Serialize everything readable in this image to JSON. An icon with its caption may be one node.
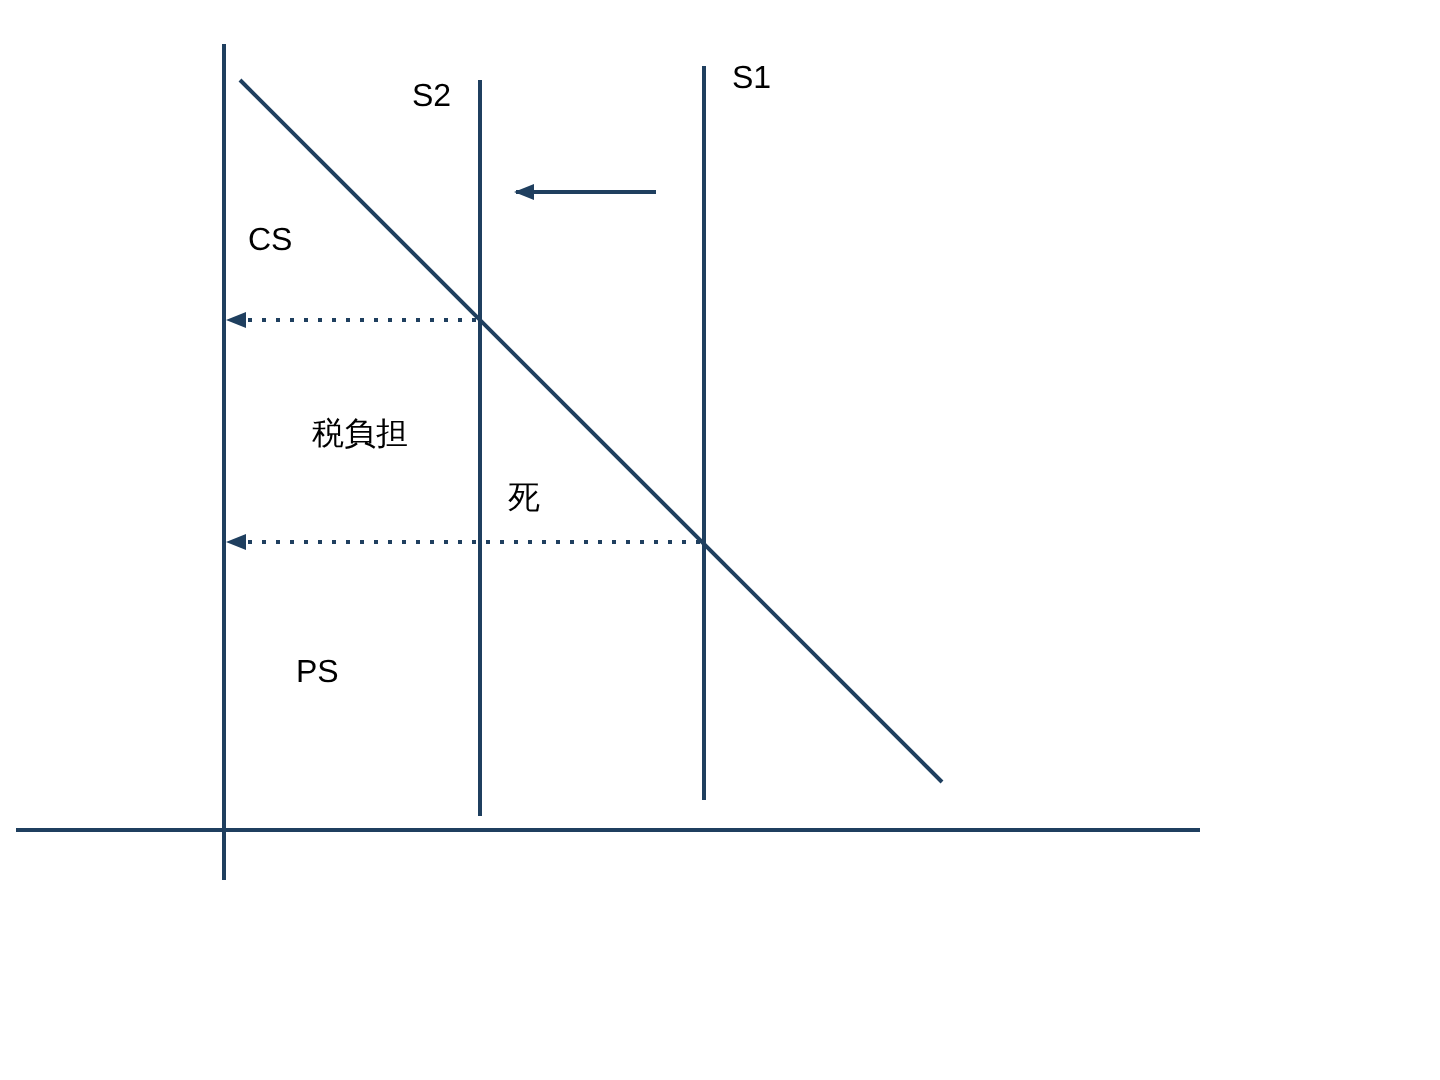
{
  "diagram": {
    "labels": [
      "S2",
      "S1",
      "CS",
      "税負担",
      "死",
      "PS"
    ]
  }
}
